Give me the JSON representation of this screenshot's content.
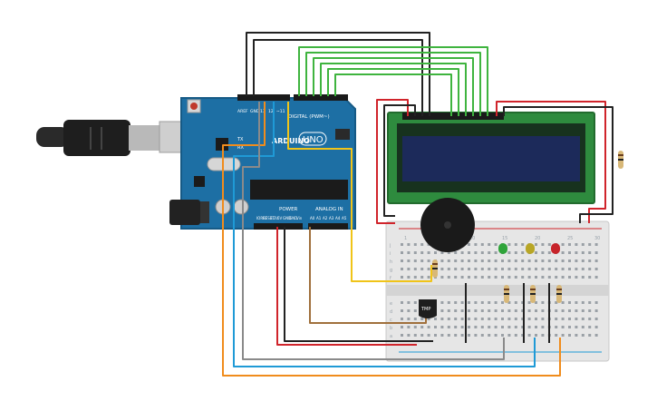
{
  "arduino": {
    "logo": "ARDUINO",
    "model": "UNO",
    "digital_label": "DIGITAL (PWM~)",
    "power_label": "POWER",
    "analog_label": "ANALOG IN",
    "tx": "TX",
    "rx": "RX",
    "aref": "AREF",
    "gnd": "GND",
    "pin13": "13",
    "pin12": "12",
    "pin11": "~11",
    "power_pins": [
      "IOREF",
      "RESET",
      "3.3V",
      "5V",
      "GND",
      "GND",
      "Vin"
    ],
    "analog_pins": [
      "A0",
      "A1",
      "A2",
      "A3",
      "A4",
      "A5"
    ]
  },
  "sensor": {
    "label": "TMP"
  },
  "breadboard": {
    "top_letters": [
      "j",
      "i",
      "h",
      "g",
      "f"
    ],
    "bottom_letters": [
      "e",
      "d",
      "c",
      "b",
      "a"
    ],
    "col_numbers": [
      "1",
      "5",
      "10",
      "15",
      "20",
      "25",
      "30"
    ]
  },
  "colors": {
    "arduino_board": "#1d6fa4",
    "lcd_board": "#2e8b3e",
    "lcd_screen": "#1c2a5a",
    "wire_green": "#3fb43f",
    "wire_black": "#222222",
    "wire_red": "#d0242b",
    "wire_orange": "#f08c1c",
    "wire_blue": "#1f9ad6",
    "wire_yellow": "#f0c419",
    "wire_brown": "#a0703c",
    "wire_gray": "#8a8a8a",
    "led_green": "#2fa43a",
    "led_yellow": "#b8a626",
    "led_red": "#c7242a"
  }
}
